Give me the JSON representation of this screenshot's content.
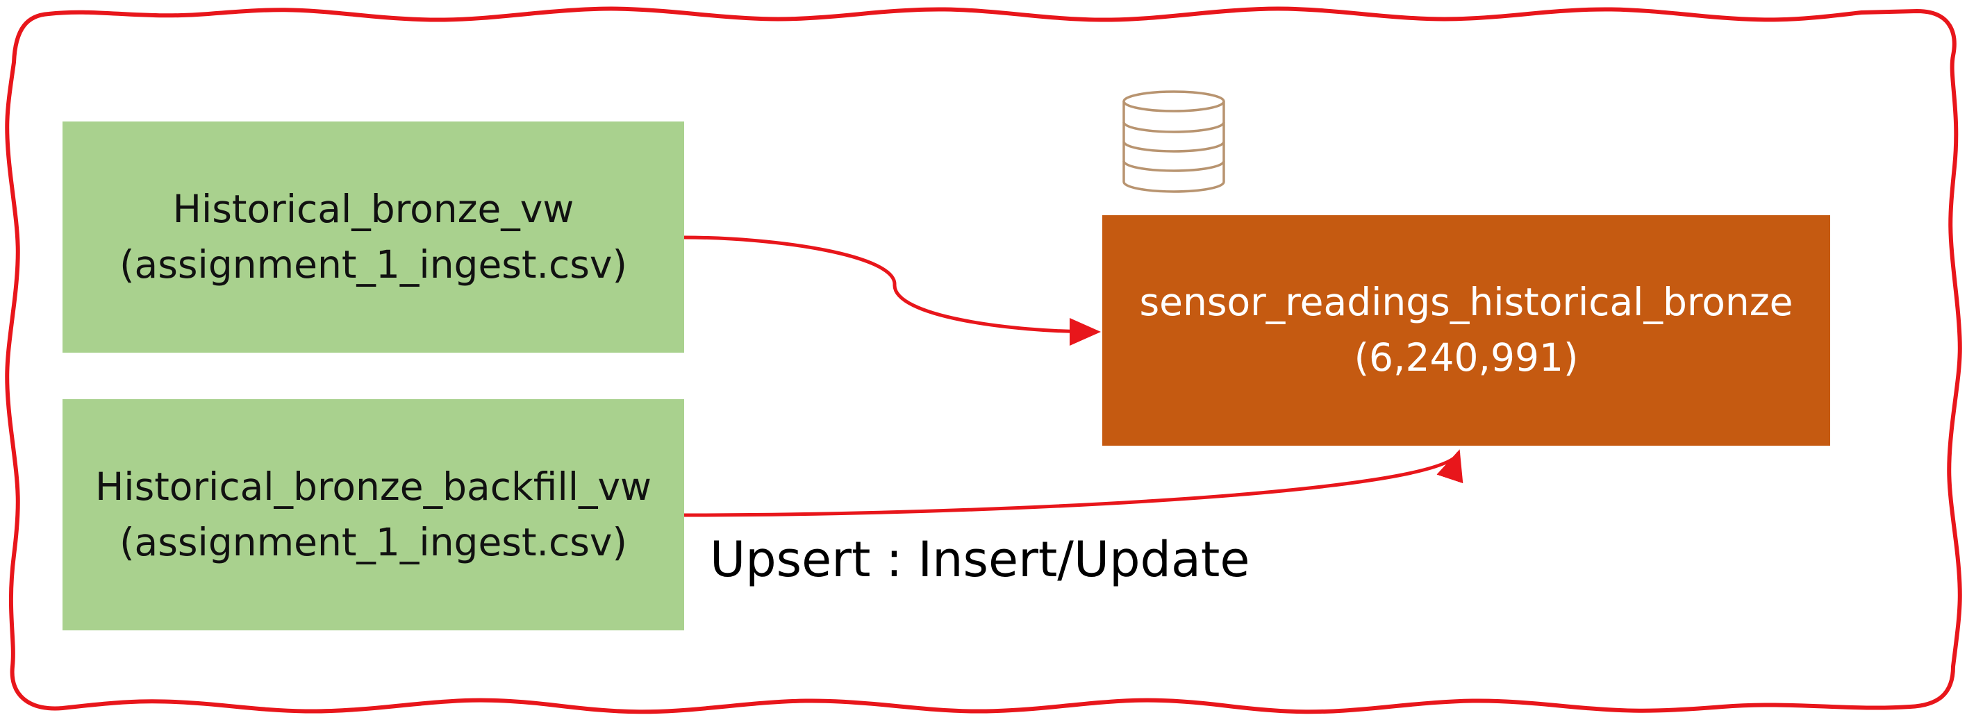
{
  "diagram": {
    "sources": [
      {
        "name": "Historical_bronze_vw",
        "file": "(assignment_1_ingest.csv)"
      },
      {
        "name": "Historical_bronze_backfill_vw",
        "file": "(assignment_1_ingest.csv)"
      }
    ],
    "target": {
      "name": "sensor_readings_historical_bronze",
      "count": "(6,240,991)",
      "icon": "database-icon"
    },
    "edge_label": "Upsert : Insert/Update",
    "colors": {
      "source_fill": "#a9d18e",
      "target_fill": "#c55a11",
      "arrow": "#e8161b",
      "border": "#e8161b",
      "icon_stroke": "#b89470"
    }
  }
}
